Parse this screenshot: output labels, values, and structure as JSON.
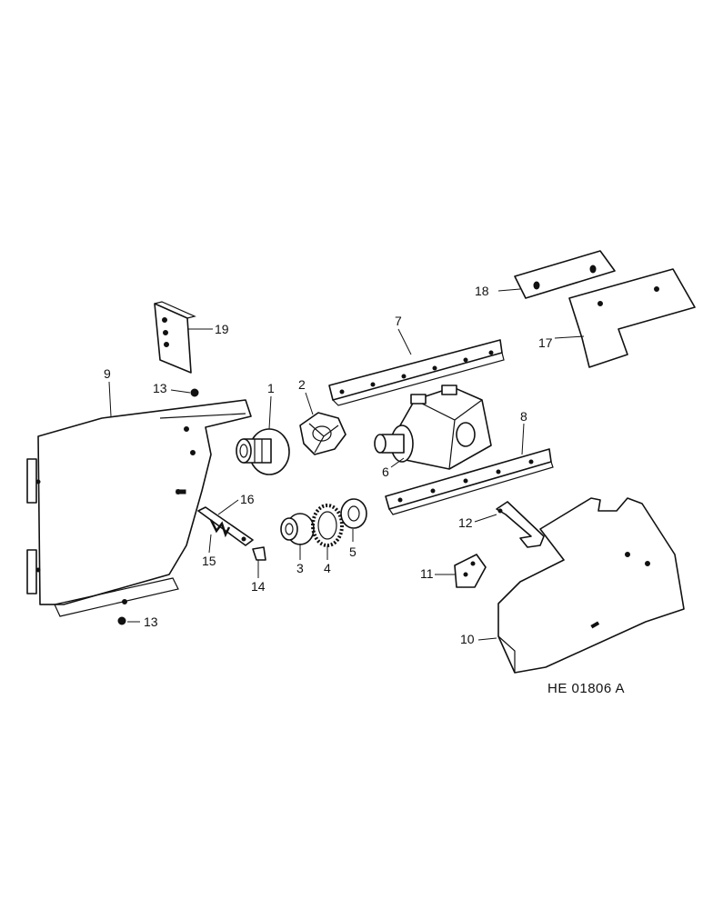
{
  "drawing_code": "HE 01806 A",
  "callouts": {
    "p1": "1",
    "p2": "2",
    "p3": "3",
    "p4": "4",
    "p5": "5",
    "p6": "6",
    "p7": "7",
    "p8": "8",
    "p9": "9",
    "p10": "10",
    "p11": "11",
    "p12": "12",
    "p13a": "13",
    "p13b": "13",
    "p14": "14",
    "p15": "15",
    "p16": "16",
    "p17": "17",
    "p18": "18",
    "p19": "19"
  }
}
